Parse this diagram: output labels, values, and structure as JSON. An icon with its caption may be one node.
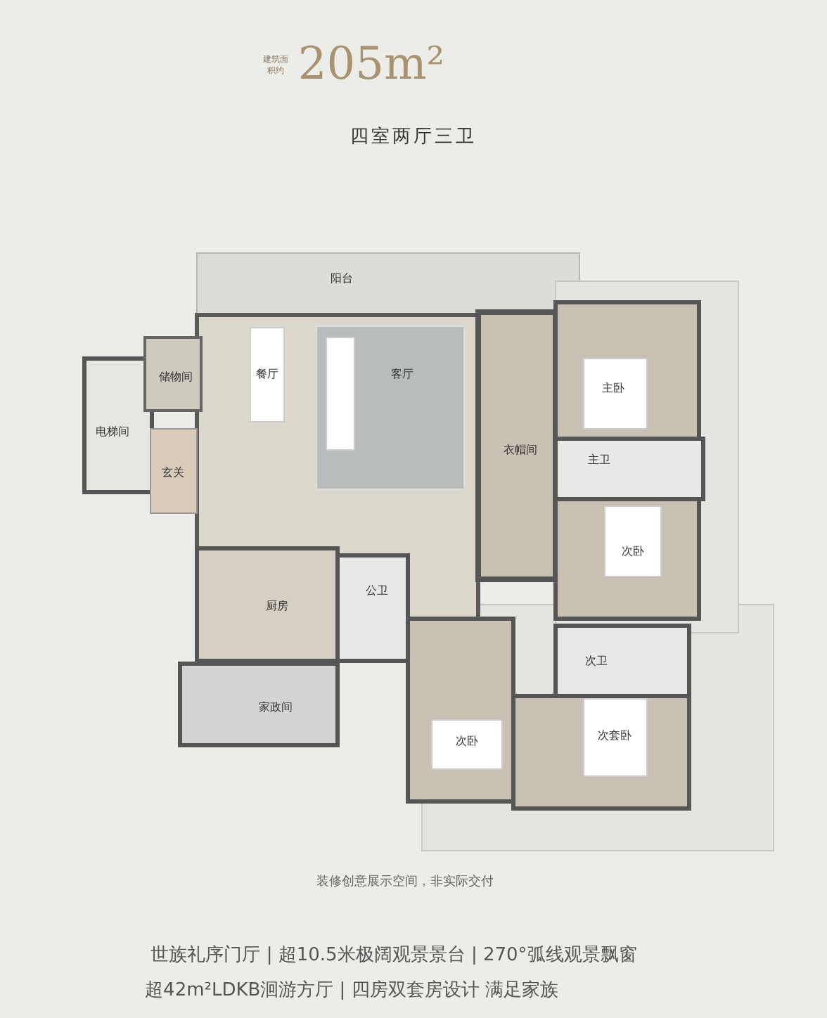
{
  "diagram": {
    "title": "205m²",
    "labels": [
      "建筑面积约",
      "四室两厅三卫",
      "阳台",
      "储物间",
      "餐厅",
      "客厅",
      "主卧",
      "电梯间",
      "衣帽间",
      "主卫",
      "玄关",
      "次卧",
      "公卫",
      "厨房",
      "次卫",
      "家政间",
      "次套卧",
      "次卧",
      "装修创意展示空间，非实际交付",
      "世族礼序门厅 | 超10.5米极阔观景景台 | 270°弧线观景飘窗",
      "超42m²LDKB洄游方厅 | 四房双套房设计 满足家族"
    ]
  }
}
